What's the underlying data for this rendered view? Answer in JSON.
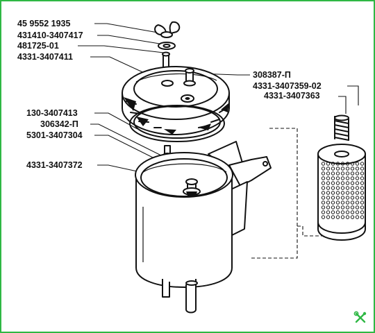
{
  "callouts_left": [
    "45 9552 1935",
    "431410-3407417",
    "481725-01",
    "4331-3407411",
    "130-3407413",
    "306342-П",
    "5301-3407304",
    "4331-3407372"
  ],
  "callouts_right": [
    "308387-П",
    "4331-3407359-02",
    "4331-3407363"
  ],
  "colors": {
    "frame": "#2fb844",
    "ink": "#111111",
    "corner_icon": "#2fb844"
  },
  "corner_icon": "wrench-screwdriver-icon"
}
